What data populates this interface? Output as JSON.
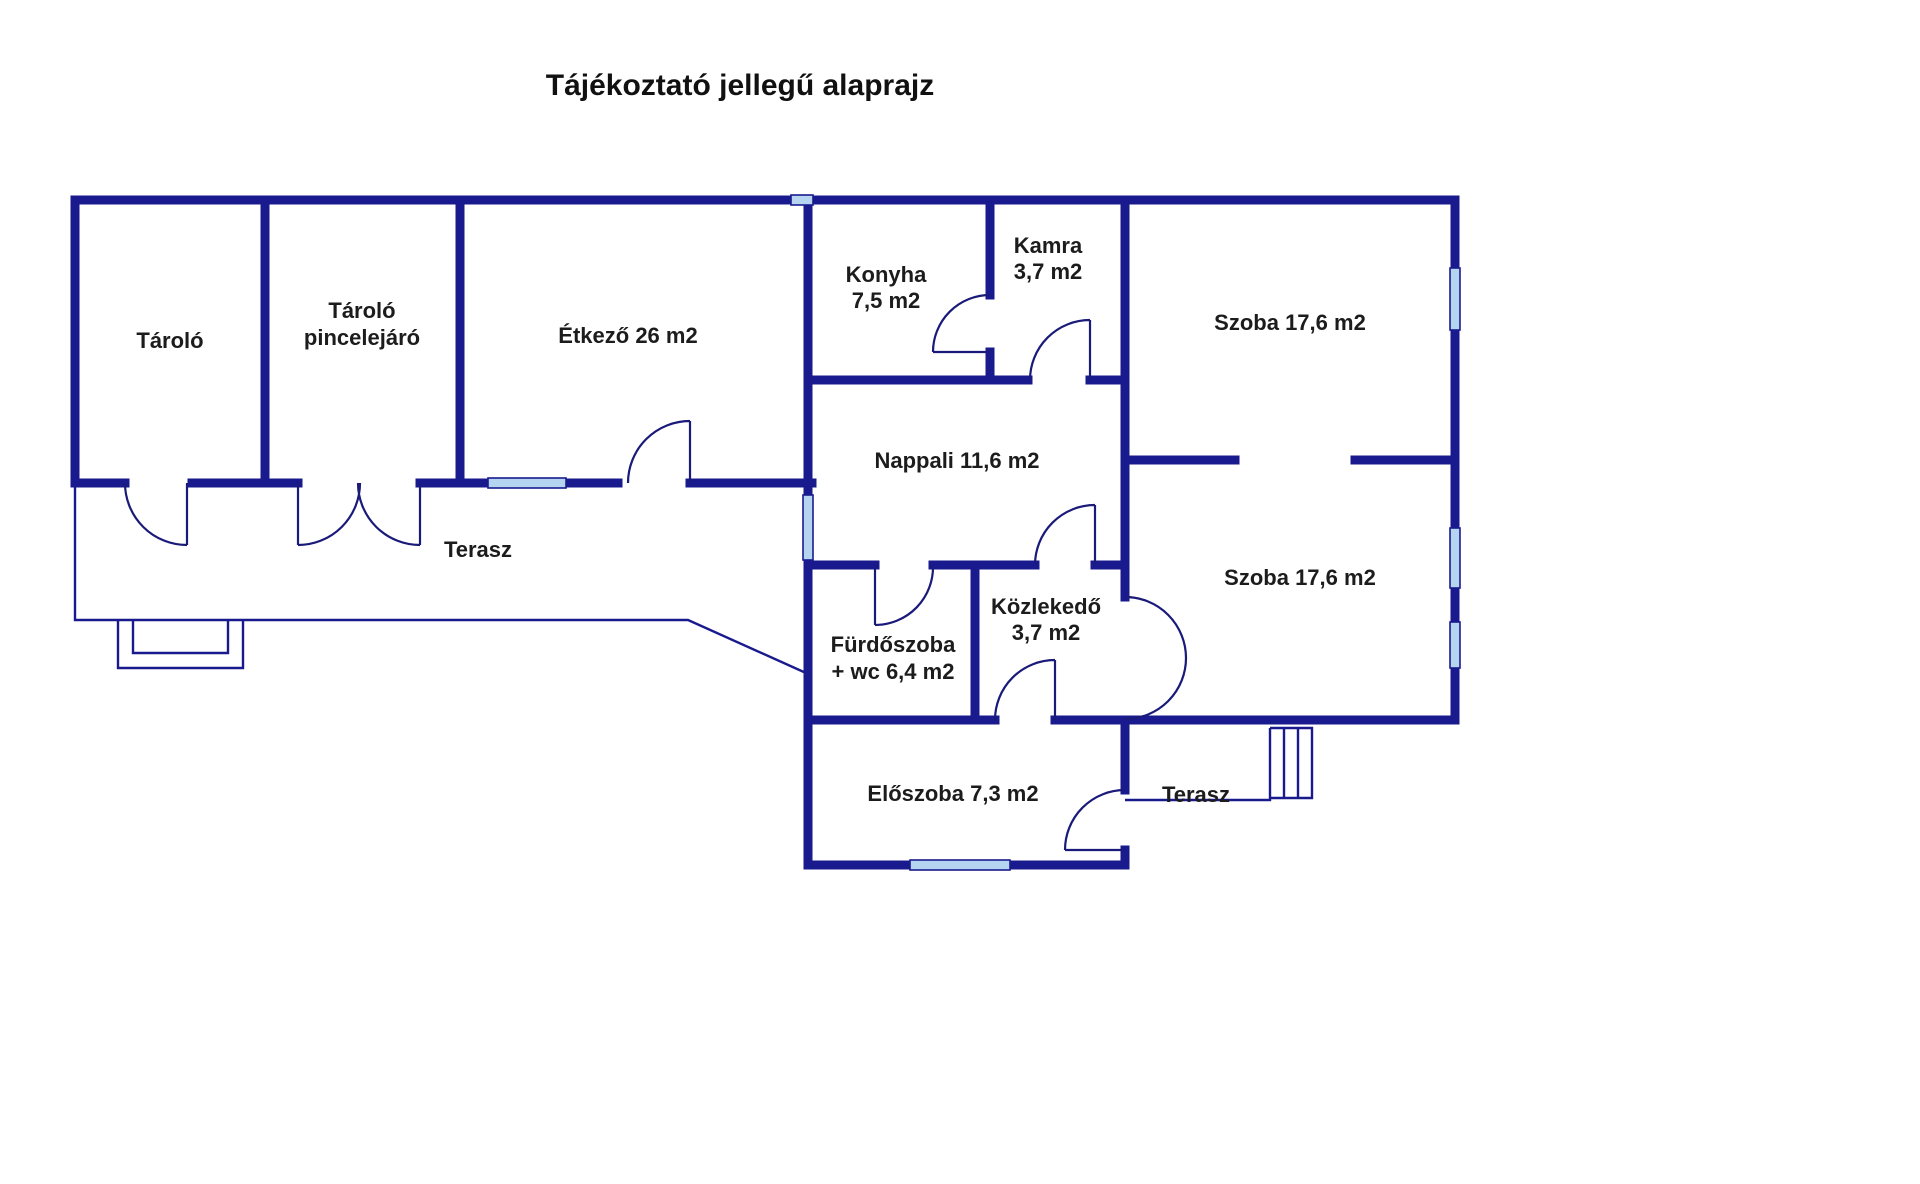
{
  "title": "Tájékoztató jellegű alaprajz",
  "colors": {
    "wall": "#1a1a8f",
    "window_fill": "#b5d4ef",
    "text": "#1c1c1c",
    "background": "#ffffff"
  },
  "rooms": {
    "tarolo": {
      "label": "Tároló"
    },
    "tarolo_pince": {
      "line1": "Tároló",
      "line2": "pincelejáró"
    },
    "etkezo": {
      "label": "Étkező 26 m2"
    },
    "konyha": {
      "line1": "Konyha",
      "line2": "7,5 m2"
    },
    "kamra": {
      "line1": "Kamra",
      "line2": "3,7 m2"
    },
    "szoba_felso": {
      "label": "Szoba 17,6 m2"
    },
    "nappali": {
      "label": "Nappali 11,6 m2"
    },
    "terasz_bal": {
      "label": "Terasz"
    },
    "szoba_also": {
      "label": "Szoba 17,6 m2"
    },
    "furdoszoba": {
      "line1": "Fürdőszoba",
      "line2": "+ wc 6,4 m2"
    },
    "kozlekedo": {
      "line1": "Közlekedő",
      "line2": "3,7 m2"
    },
    "eloszoba": {
      "label": "Előszoba 7,3 m2"
    },
    "terasz_jobb": {
      "label": "Terasz"
    }
  }
}
